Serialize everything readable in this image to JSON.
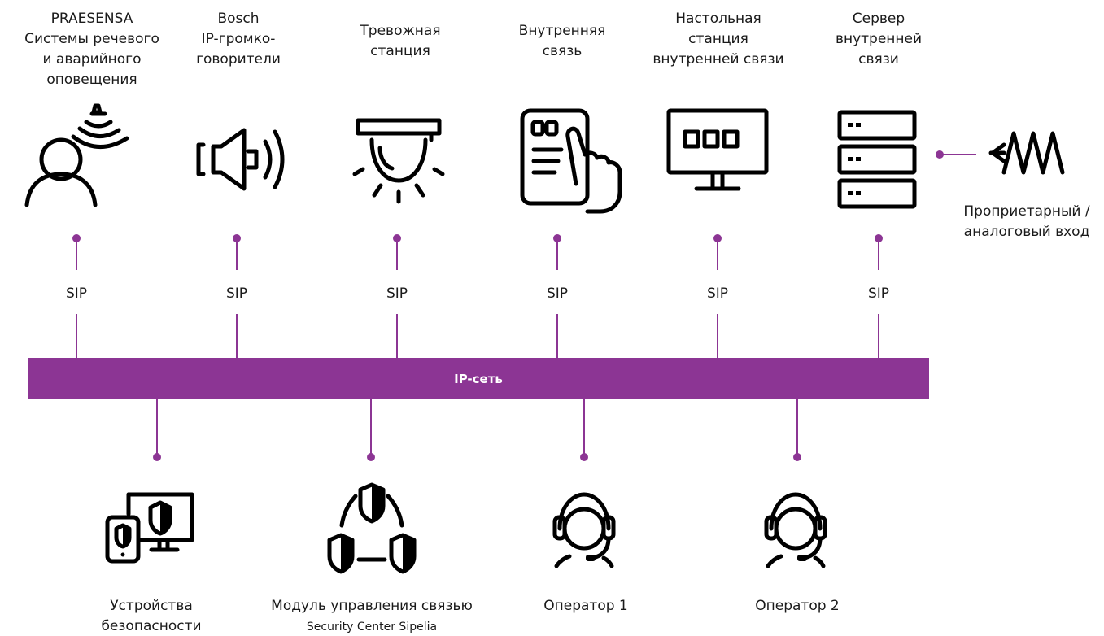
{
  "colors": {
    "bus": "#8c3594",
    "connector": "#8c3594",
    "icon": "#000000",
    "text": "#1a1a1a"
  },
  "bus": {
    "label": "IP-сеть"
  },
  "top_devices": [
    {
      "icon": "person-speaker-icon",
      "lines": [
        "PRAESENSA",
        "Системы речевого",
        "и аварийного",
        "оповещения"
      ],
      "protocol": "SIP"
    },
    {
      "icon": "loudspeaker-icon",
      "lines": [
        "Bosch",
        "IP-громко-",
        "говорители"
      ],
      "protocol": "SIP"
    },
    {
      "icon": "alarm-light-icon",
      "lines": [
        "Тревожная",
        "станция"
      ],
      "protocol": "SIP"
    },
    {
      "icon": "touch-panel-icon",
      "lines": [
        "Внутренняя",
        "связь"
      ],
      "protocol": "SIP"
    },
    {
      "icon": "desk-station-monitor-icon",
      "lines": [
        "Настольная",
        "станция",
        "внутренней связи"
      ],
      "protocol": "SIP"
    },
    {
      "icon": "server-icon",
      "lines": [
        "Сервер",
        "внутренней",
        "связи"
      ],
      "protocol": "SIP"
    }
  ],
  "analog_input": {
    "icon": "analog-signal-icon",
    "lines": [
      "Проприетарный /",
      "аналоговый вход"
    ]
  },
  "bottom_devices": [
    {
      "icon": "security-devices-icon",
      "lines": [
        "Устройства",
        "безопасности"
      ]
    },
    {
      "icon": "shield-network-icon",
      "lines": [
        "Модуль управления связью"
      ],
      "subtitle": "Security Center Sipelia"
    },
    {
      "icon": "headset-operator-icon",
      "lines": [
        "Оператор 1"
      ]
    },
    {
      "icon": "headset-operator-icon",
      "lines": [
        "Оператор 2"
      ]
    }
  ]
}
